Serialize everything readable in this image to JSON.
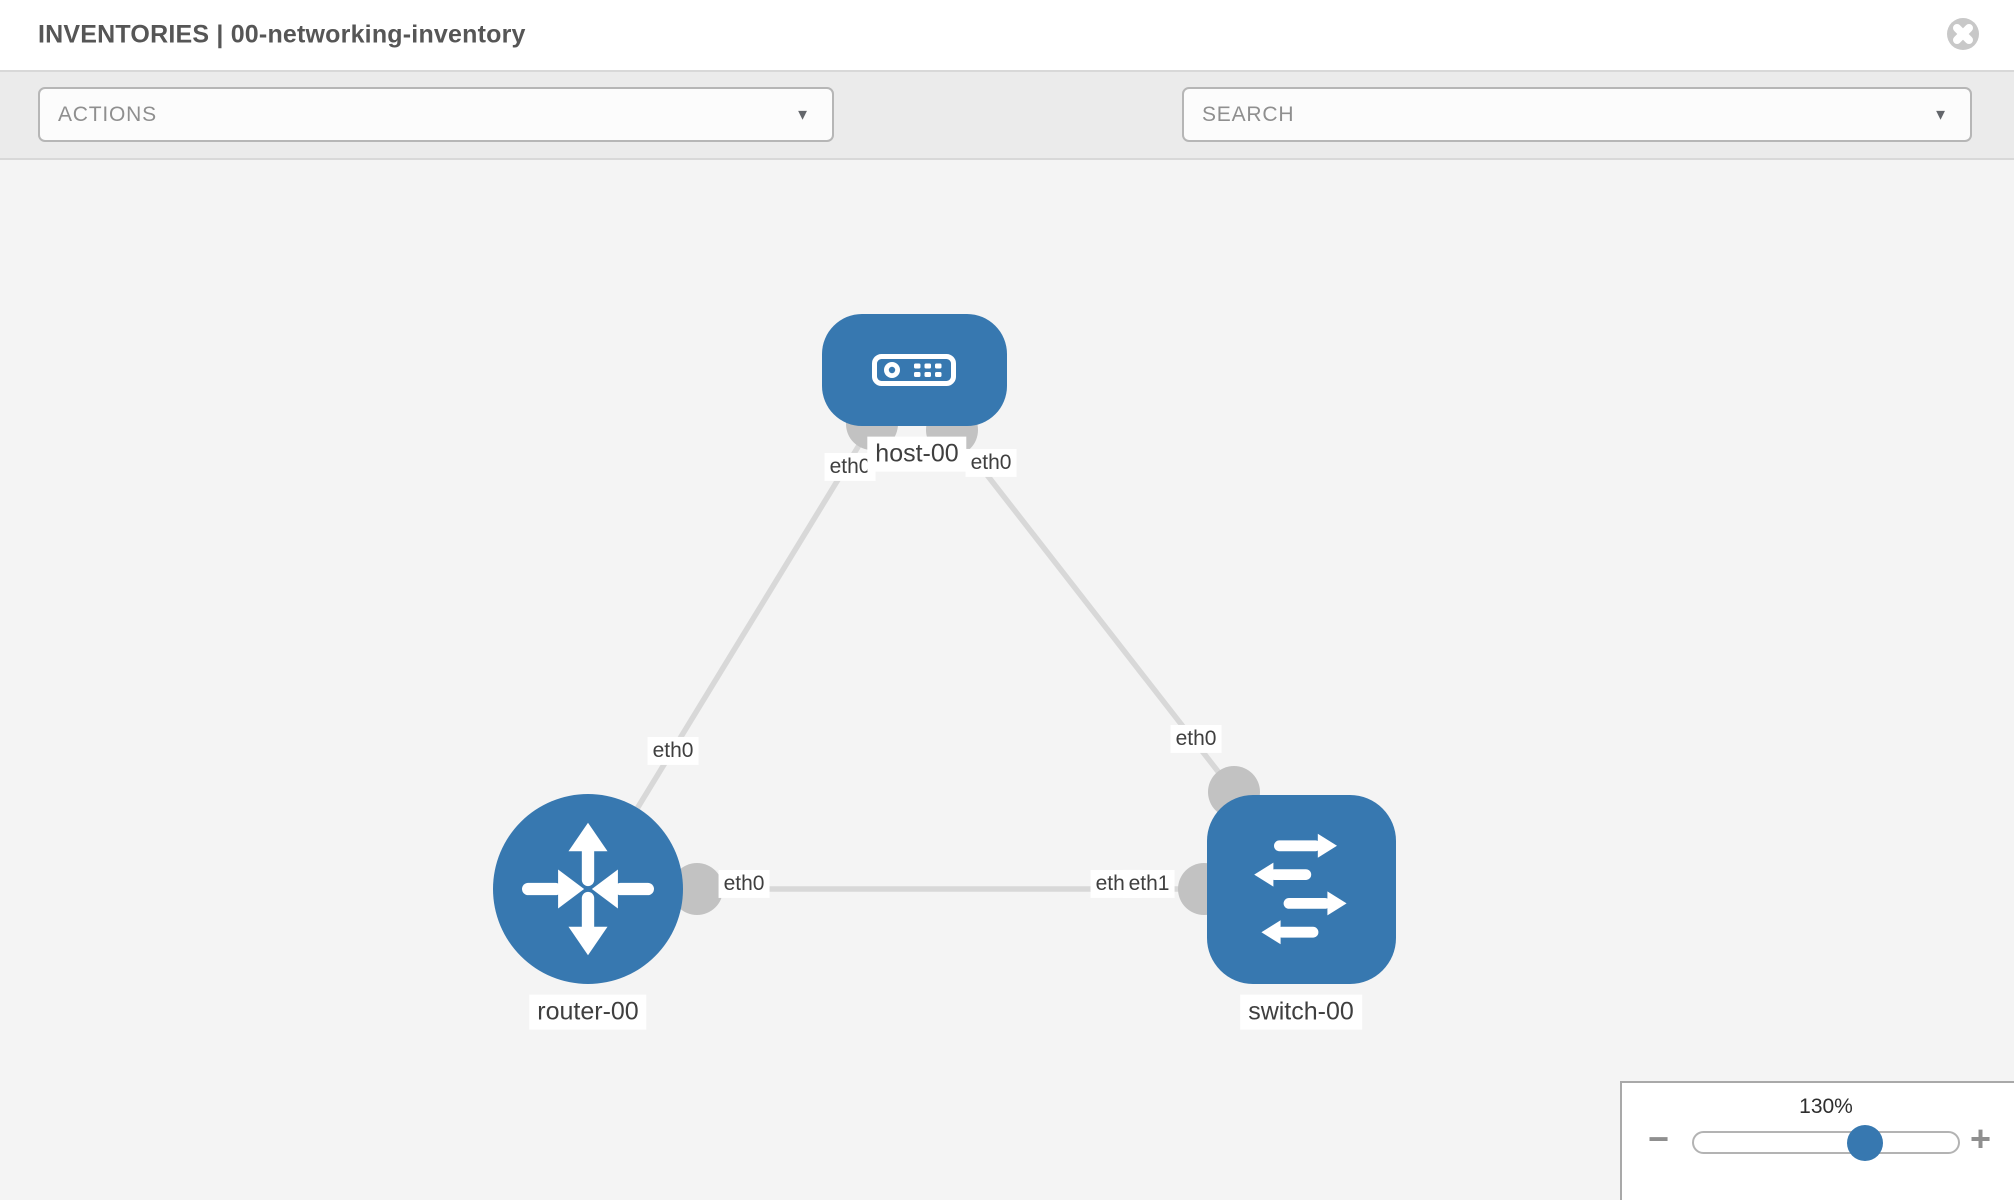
{
  "header": {
    "title": "INVENTORIES | 00-networking-inventory"
  },
  "toolbar": {
    "actions_dropdown": {
      "label": "ACTIONS",
      "caret": "▼"
    },
    "search_dropdown": {
      "label": "SEARCH",
      "caret": "▼"
    }
  },
  "diagram": {
    "nodes": [
      {
        "id": "host-00",
        "type": "host",
        "label": "host-00"
      },
      {
        "id": "router-00",
        "type": "router",
        "label": "router-00"
      },
      {
        "id": "switch-00",
        "type": "switch",
        "label": "switch-00"
      }
    ],
    "links": [
      {
        "from": "host-00",
        "to": "router-00",
        "from_iface": "eth0",
        "to_iface": "eth0"
      },
      {
        "from": "host-00",
        "to": "switch-00",
        "from_iface": "eth0",
        "to_iface": "eth0"
      },
      {
        "from": "router-00",
        "to": "switch-00",
        "from_iface": "eth0",
        "to_iface": "eth1"
      }
    ],
    "iface_labels": {
      "host_left": "eth0",
      "host_right": "eth0",
      "router_top": "eth0",
      "switch_top": "eth0",
      "router_right": "eth0",
      "switch_left_back": "eth0",
      "switch_left_front": "eth1"
    },
    "colors": {
      "node_blue": "#3778b0",
      "link_gray": "#d8d8d8",
      "port_gray": "#c2c2c2",
      "canvas_bg": "#f4f4f4"
    }
  },
  "zoom_control": {
    "level": "130%",
    "minus_label": "−",
    "plus_label": "+"
  }
}
